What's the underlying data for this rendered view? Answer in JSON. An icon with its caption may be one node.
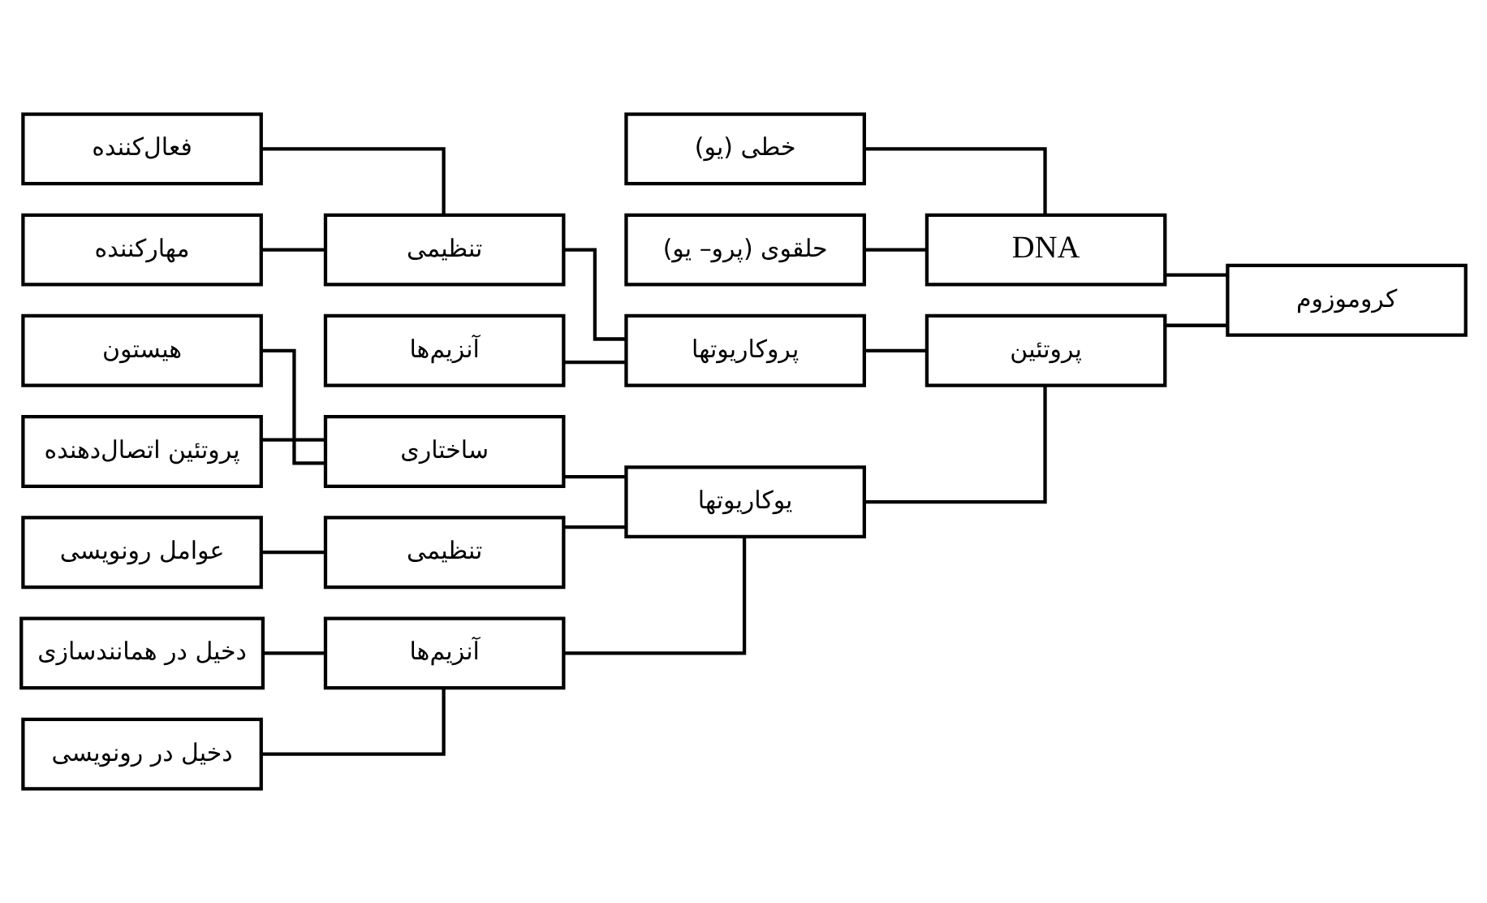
{
  "diagram": {
    "nodes": [
      {
        "text": [
          "کروموزوم"
        ]
      },
      {
        "text": [
          "DNA"
        ]
      },
      {
        "text": [
          "خطی (یو)"
        ]
      },
      {
        "text": [
          "حلقوی (پرو– یو)"
        ]
      },
      {
        "text": [
          "پروتئین"
        ]
      },
      {
        "text": [
          "پروکاریوتها"
        ]
      },
      {
        "text": [
          "تنظیمی"
        ]
      },
      {
        "text": [
          "فعال‌کننده"
        ]
      },
      {
        "text": [
          "مهارکننده"
        ]
      },
      {
        "text": [
          "آنزیم‌ها"
        ]
      },
      {
        "text": [
          "یوکاریوتها"
        ]
      },
      {
        "text": [
          "ساختاری"
        ]
      },
      {
        "text": [
          "هیستون"
        ]
      },
      {
        "text": [
          "پروتئین اتصال‌دهنده"
        ]
      },
      {
        "text": [
          "تنظیمی"
        ]
      },
      {
        "text": [
          "عوامل رونویسی"
        ]
      },
      {
        "text": [
          "آنزیم‌ها"
        ]
      },
      {
        "text": [
          "دخیل در همانندسازی"
        ]
      },
      {
        "text": [
          "دخیل در رونویسی"
        ]
      }
    ],
    "edges": [
      {
        "from": 0,
        "to": 1,
        "arrow": "none"
      },
      {
        "from": 0,
        "to": 4,
        "arrow": "none"
      },
      {
        "from": 1,
        "to": 2,
        "arrow": "none"
      },
      {
        "from": 1,
        "to": 3,
        "arrow": "none"
      },
      {
        "from": 4,
        "to": 5,
        "arrow": "none"
      },
      {
        "from": 4,
        "to": 10,
        "arrow": "none"
      },
      {
        "from": 5,
        "to": 6,
        "arrow": "none"
      },
      {
        "from": 5,
        "to": 9,
        "arrow": "none"
      },
      {
        "from": 6,
        "to": 7,
        "arrow": "none"
      },
      {
        "from": 6,
        "to": 8,
        "arrow": "none"
      },
      {
        "from": 10,
        "to": 11,
        "arrow": "none"
      },
      {
        "from": 10,
        "to": 14,
        "arrow": "none"
      },
      {
        "from": 10,
        "to": 16,
        "arrow": "none"
      },
      {
        "from": 11,
        "to": 12,
        "arrow": "none"
      },
      {
        "from": 11,
        "to": 13,
        "arrow": "none"
      },
      {
        "from": 14,
        "to": 15,
        "arrow": "none"
      },
      {
        "from": 16,
        "to": 17,
        "arrow": "none"
      },
      {
        "from": 16,
        "to": 18,
        "arrow": "none"
      }
    ]
  }
}
